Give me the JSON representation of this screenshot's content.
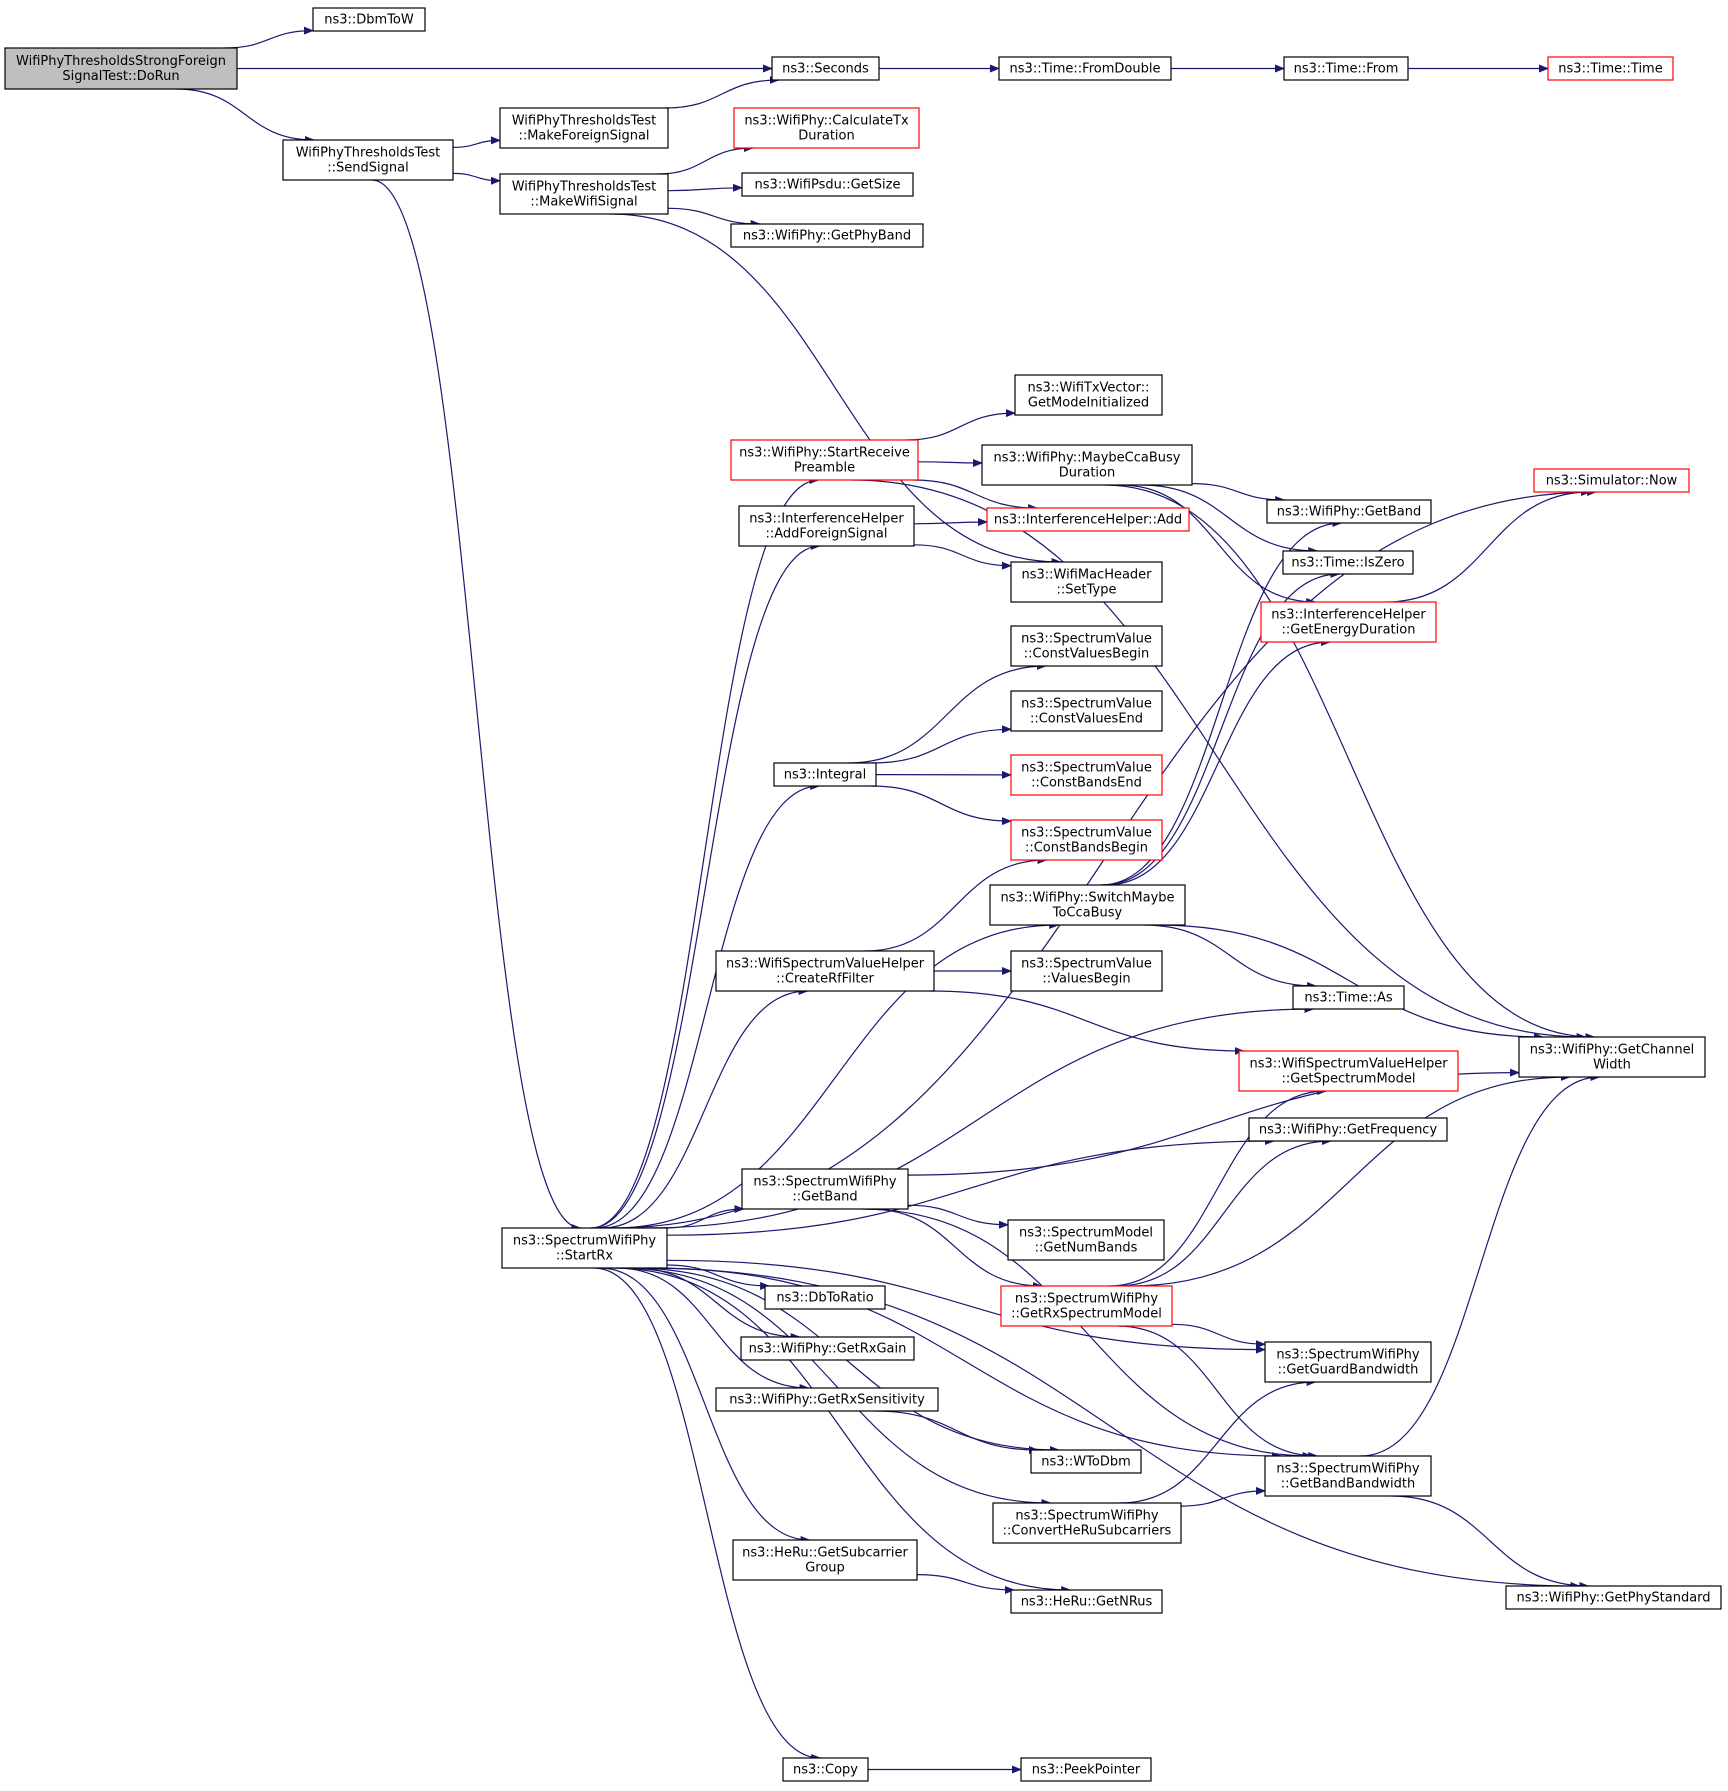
{
  "colors": {
    "edge": "#191970",
    "normal_border": "#000000",
    "red_border": "#ff0000",
    "root_fill": "#bfbfbf"
  },
  "nodes": [
    {
      "id": "dorun",
      "lines": [
        "WifiPhyThresholdsStrongForeign",
        "SignalTest::DoRun"
      ],
      "style": "root"
    },
    {
      "id": "dbmtow",
      "lines": [
        "ns3::DbmToW"
      ],
      "style": "normal"
    },
    {
      "id": "seconds",
      "lines": [
        "ns3::Seconds"
      ],
      "style": "normal"
    },
    {
      "id": "fromdouble",
      "lines": [
        "ns3::Time::FromDouble"
      ],
      "style": "normal"
    },
    {
      "id": "from",
      "lines": [
        "ns3::Time::From"
      ],
      "style": "normal"
    },
    {
      "id": "time",
      "lines": [
        "ns3::Time::Time"
      ],
      "style": "red"
    },
    {
      "id": "sendsignal",
      "lines": [
        "WifiPhyThresholdsTest",
        "::SendSignal"
      ],
      "style": "normal"
    },
    {
      "id": "makeforeign",
      "lines": [
        "WifiPhyThresholdsTest",
        "::MakeForeignSignal"
      ],
      "style": "normal"
    },
    {
      "id": "makewifi",
      "lines": [
        "WifiPhyThresholdsTest",
        "::MakeWifiSignal"
      ],
      "style": "normal"
    },
    {
      "id": "calctx",
      "lines": [
        "ns3::WifiPhy::CalculateTx",
        "Duration"
      ],
      "style": "red"
    },
    {
      "id": "psdusize",
      "lines": [
        "ns3::WifiPsdu::GetSize"
      ],
      "style": "normal"
    },
    {
      "id": "getphyband",
      "lines": [
        "ns3::WifiPhy::GetPhyBand"
      ],
      "style": "normal"
    },
    {
      "id": "modeinit",
      "lines": [
        "ns3::WifiTxVector::",
        "GetModeInitialized"
      ],
      "style": "normal"
    },
    {
      "id": "startpre",
      "lines": [
        "ns3::WifiPhy::StartReceive",
        "Preamble"
      ],
      "style": "red"
    },
    {
      "id": "maybecca",
      "lines": [
        "ns3::WifiPhy::MaybeCcaBusy",
        "Duration"
      ],
      "style": "normal"
    },
    {
      "id": "now",
      "lines": [
        "ns3::Simulator::Now"
      ],
      "style": "red"
    },
    {
      "id": "ihadd",
      "lines": [
        "ns3::InterferenceHelper::Add"
      ],
      "style": "red"
    },
    {
      "id": "addforeign",
      "lines": [
        "ns3::InterferenceHelper",
        "::AddForeignSignal"
      ],
      "style": "normal"
    },
    {
      "id": "getband",
      "lines": [
        "ns3::WifiPhy::GetBand"
      ],
      "style": "normal"
    },
    {
      "id": "iszero",
      "lines": [
        "ns3::Time::IsZero"
      ],
      "style": "normal"
    },
    {
      "id": "settype",
      "lines": [
        "ns3::WifiMacHeader",
        "::SetType"
      ],
      "style": "normal"
    },
    {
      "id": "energy",
      "lines": [
        "ns3::InterferenceHelper",
        "::GetEnergyDuration"
      ],
      "style": "red"
    },
    {
      "id": "cvb",
      "lines": [
        "ns3::SpectrumValue",
        "::ConstValuesBegin"
      ],
      "style": "normal"
    },
    {
      "id": "cve",
      "lines": [
        "ns3::SpectrumValue",
        "::ConstValuesEnd"
      ],
      "style": "normal"
    },
    {
      "id": "integral",
      "lines": [
        "ns3::Integral"
      ],
      "style": "normal"
    },
    {
      "id": "cbe",
      "lines": [
        "ns3::SpectrumValue",
        "::ConstBandsEnd"
      ],
      "style": "red"
    },
    {
      "id": "cbb",
      "lines": [
        "ns3::SpectrumValue",
        "::ConstBandsBegin"
      ],
      "style": "red"
    },
    {
      "id": "switchcca",
      "lines": [
        "ns3::WifiPhy::SwitchMaybe",
        "ToCcaBusy"
      ],
      "style": "normal"
    },
    {
      "id": "rffilter",
      "lines": [
        "ns3::WifiSpectrumValueHelper",
        "::CreateRfFilter"
      ],
      "style": "normal"
    },
    {
      "id": "valuesbegin",
      "lines": [
        "ns3::SpectrumValue",
        "::ValuesBegin"
      ],
      "style": "normal"
    },
    {
      "id": "timeas",
      "lines": [
        "ns3::Time::As"
      ],
      "style": "normal"
    },
    {
      "id": "chanwidth",
      "lines": [
        "ns3::WifiPhy::GetChannel",
        "Width"
      ],
      "style": "normal"
    },
    {
      "id": "specmodel",
      "lines": [
        "ns3::WifiSpectrumValueHelper",
        "::GetSpectrumModel"
      ],
      "style": "red"
    },
    {
      "id": "freq",
      "lines": [
        "ns3::WifiPhy::GetFrequency"
      ],
      "style": "normal"
    },
    {
      "id": "swgetband",
      "lines": [
        "ns3::SpectrumWifiPhy",
        "::GetBand"
      ],
      "style": "normal"
    },
    {
      "id": "numbands",
      "lines": [
        "ns3::SpectrumModel",
        "::GetNumBands"
      ],
      "style": "normal"
    },
    {
      "id": "startrx",
      "lines": [
        "ns3::SpectrumWifiPhy",
        "::StartRx"
      ],
      "style": "normal"
    },
    {
      "id": "dbtoratio",
      "lines": [
        "ns3::DbToRatio"
      ],
      "style": "normal"
    },
    {
      "id": "rxspec",
      "lines": [
        "ns3::SpectrumWifiPhy",
        "::GetRxSpectrumModel"
      ],
      "style": "red"
    },
    {
      "id": "rxgain",
      "lines": [
        "ns3::WifiPhy::GetRxGain"
      ],
      "style": "normal"
    },
    {
      "id": "guardbw",
      "lines": [
        "ns3::SpectrumWifiPhy",
        "::GetGuardBandwidth"
      ],
      "style": "normal"
    },
    {
      "id": "rxsens",
      "lines": [
        "ns3::WifiPhy::GetRxSensitivity"
      ],
      "style": "normal"
    },
    {
      "id": "wtodbm",
      "lines": [
        "ns3::WToDbm"
      ],
      "style": "normal"
    },
    {
      "id": "bandbw",
      "lines": [
        "ns3::SpectrumWifiPhy",
        "::GetBandBandwidth"
      ],
      "style": "normal"
    },
    {
      "id": "convertheru",
      "lines": [
        "ns3::SpectrumWifiPhy",
        "::ConvertHeRuSubcarriers"
      ],
      "style": "normal"
    },
    {
      "id": "subgroup",
      "lines": [
        "ns3::HeRu::GetSubcarrier",
        "Group"
      ],
      "style": "normal"
    },
    {
      "id": "phystd",
      "lines": [
        "ns3::WifiPhy::GetPhyStandard"
      ],
      "style": "normal"
    },
    {
      "id": "nrus",
      "lines": [
        "ns3::HeRu::GetNRus"
      ],
      "style": "normal"
    },
    {
      "id": "copy",
      "lines": [
        "ns3::Copy"
      ],
      "style": "normal"
    },
    {
      "id": "peek",
      "lines": [
        "ns3::PeekPointer"
      ],
      "style": "normal"
    }
  ],
  "edges": [
    [
      "dorun",
      "dbmtow"
    ],
    [
      "dorun",
      "seconds"
    ],
    [
      "dorun",
      "sendsignal"
    ],
    [
      "seconds",
      "fromdouble"
    ],
    [
      "fromdouble",
      "from"
    ],
    [
      "from",
      "time"
    ],
    [
      "sendsignal",
      "makeforeign"
    ],
    [
      "sendsignal",
      "makewifi"
    ],
    [
      "sendsignal",
      "startrx"
    ],
    [
      "makeforeign",
      "seconds"
    ],
    [
      "makewifi",
      "calctx"
    ],
    [
      "makewifi",
      "psdusize"
    ],
    [
      "makewifi",
      "getphyband"
    ],
    [
      "makewifi",
      "settype"
    ],
    [
      "startpre",
      "modeinit"
    ],
    [
      "startpre",
      "maybecca"
    ],
    [
      "startpre",
      "ihadd"
    ],
    [
      "startpre",
      "chanwidth"
    ],
    [
      "maybecca",
      "getband"
    ],
    [
      "maybecca",
      "iszero"
    ],
    [
      "maybecca",
      "energy"
    ],
    [
      "maybecca",
      "chanwidth"
    ],
    [
      "energy",
      "now"
    ],
    [
      "addforeign",
      "ihadd"
    ],
    [
      "addforeign",
      "settype"
    ],
    [
      "integral",
      "cvb"
    ],
    [
      "integral",
      "cve"
    ],
    [
      "integral",
      "cbe"
    ],
    [
      "integral",
      "cbb"
    ],
    [
      "switchcca",
      "getband"
    ],
    [
      "switchcca",
      "iszero"
    ],
    [
      "switchcca",
      "energy"
    ],
    [
      "switchcca",
      "timeas"
    ],
    [
      "switchcca",
      "chanwidth"
    ],
    [
      "rffilter",
      "cbb"
    ],
    [
      "rffilter",
      "valuesbegin"
    ],
    [
      "rffilter",
      "specmodel"
    ],
    [
      "swgetband",
      "chanwidth"
    ],
    [
      "swgetband",
      "numbands"
    ],
    [
      "swgetband",
      "rxspec"
    ],
    [
      "swgetband",
      "bandbw"
    ],
    [
      "rxspec",
      "specmodel"
    ],
    [
      "rxspec",
      "freq"
    ],
    [
      "rxspec",
      "chanwidth"
    ],
    [
      "rxspec",
      "guardbw"
    ],
    [
      "rxspec",
      "bandbw"
    ],
    [
      "rxsens",
      "wtodbm"
    ],
    [
      "convertheru",
      "guardbw"
    ],
    [
      "convertheru",
      "bandbw"
    ],
    [
      "bandbw",
      "chanwidth"
    ],
    [
      "bandbw",
      "phystd"
    ],
    [
      "subgroup",
      "nrus"
    ],
    [
      "copy",
      "peek"
    ],
    [
      "startrx",
      "now"
    ],
    [
      "startrx",
      "startpre"
    ],
    [
      "startrx",
      "addforeign"
    ],
    [
      "startrx",
      "integral"
    ],
    [
      "startrx",
      "switchcca"
    ],
    [
      "startrx",
      "rffilter"
    ],
    [
      "startrx",
      "timeas"
    ],
    [
      "startrx",
      "freq"
    ],
    [
      "startrx",
      "swgetband"
    ],
    [
      "startrx",
      "guardbw"
    ],
    [
      "startrx",
      "dbtoratio"
    ],
    [
      "startrx",
      "rxgain"
    ],
    [
      "startrx",
      "rxsens"
    ],
    [
      "startrx",
      "wtodbm"
    ],
    [
      "startrx",
      "bandbw"
    ],
    [
      "startrx",
      "convertheru"
    ],
    [
      "startrx",
      "subgroup"
    ],
    [
      "startrx",
      "nrus"
    ],
    [
      "startrx",
      "phystd"
    ],
    [
      "startrx",
      "copy"
    ]
  ]
}
